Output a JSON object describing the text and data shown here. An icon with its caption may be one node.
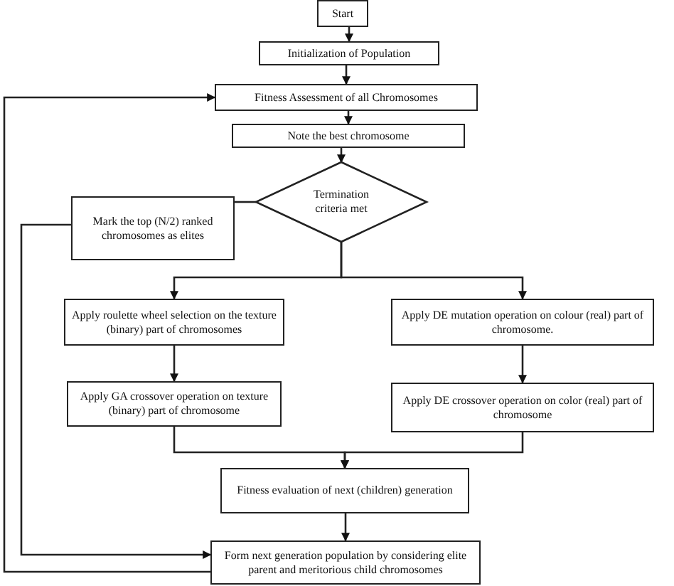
{
  "diagram": {
    "nodes": [
      {
        "text": [
          "Start"
        ]
      },
      {
        "text": [
          "Initialization of Population"
        ]
      },
      {
        "text": [
          "Fitness Assessment of all Chromosomes"
        ]
      },
      {
        "text": [
          "Note the best chromosome"
        ]
      },
      {
        "text": [
          "Termination criteria met"
        ]
      },
      {
        "text": [
          "Mark the top (N/2) ranked chromosomes as elites"
        ]
      },
      {
        "text": [
          "Apply roulette wheel selection on the texture (binary) part of chromosomes"
        ]
      },
      {
        "text": [
          "Apply DE mutation operation on colour (real) part of chromosome."
        ]
      },
      {
        "text": [
          "Apply GA crossover operation on texture (binary) part of chromosome"
        ]
      },
      {
        "text": [
          "Apply DE crossover operation on color (real) part of chromosome"
        ]
      },
      {
        "text": [
          "Fitness evaluation of next (children) generation"
        ]
      },
      {
        "text": [
          "Form next generation population by considering elite parent and meritorious child chromosomes"
        ]
      }
    ],
    "edges": [
      {
        "from": 0,
        "to": 1,
        "arrow": "to"
      },
      {
        "from": 1,
        "to": 2,
        "arrow": "to"
      },
      {
        "from": 2,
        "to": 3,
        "arrow": "to"
      },
      {
        "from": 3,
        "to": 4,
        "arrow": "to"
      },
      {
        "from": 4,
        "to": 5,
        "arrow": "none"
      },
      {
        "from": 4,
        "to": 6,
        "arrow": "to"
      },
      {
        "from": 4,
        "to": 7,
        "arrow": "to"
      },
      {
        "from": 6,
        "to": 8,
        "arrow": "to"
      },
      {
        "from": 7,
        "to": 9,
        "arrow": "to"
      },
      {
        "from": 8,
        "to": 10,
        "arrow": "to"
      },
      {
        "from": 9,
        "to": 10,
        "arrow": "to"
      },
      {
        "from": 10,
        "to": 11,
        "arrow": "to"
      },
      {
        "from": 5,
        "to": 11,
        "arrow": "to"
      },
      {
        "from": 11,
        "to": 2,
        "arrow": "to"
      }
    ]
  }
}
